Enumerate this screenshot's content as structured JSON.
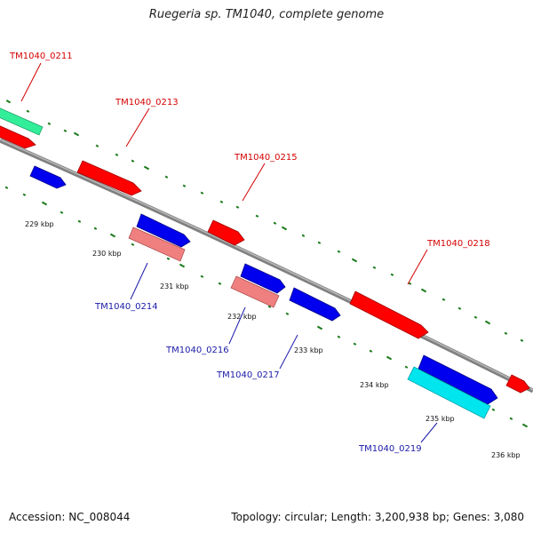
{
  "title": "Ruegeria sp. TM1040, complete genome",
  "footer": {
    "accession": "Accession: NC_008044",
    "info": "Topology: circular; Length: 3,200,938 bp; Genes: 3,080"
  },
  "colors": {
    "backbone": "#808080",
    "tick": "#1a7a1a",
    "red_gene": "#ff0000",
    "blue_gene": "#0000ee",
    "pink_gene": "#f08080",
    "cyan_gene": "#00e5ee",
    "green_gene": "#33ee99",
    "red_label": "#d40000",
    "blue_label": "#1a1aa8"
  },
  "kbp_ticks": [
    "229 kbp",
    "230 kbp",
    "231 kbp",
    "232 kbp",
    "233 kbp",
    "234 kbp",
    "235 kbp",
    "236 kbp"
  ],
  "gene_labels": {
    "tm0211": "TM1040_0211",
    "tm0213": "TM1040_0213",
    "tm0214": "TM1040_0214",
    "tm0215": "TM1040_0215",
    "tm0216": "TM1040_0216",
    "tm0217": "TM1040_0217",
    "tm0218": "TM1040_0218",
    "tm0219": "TM1040_0219"
  }
}
